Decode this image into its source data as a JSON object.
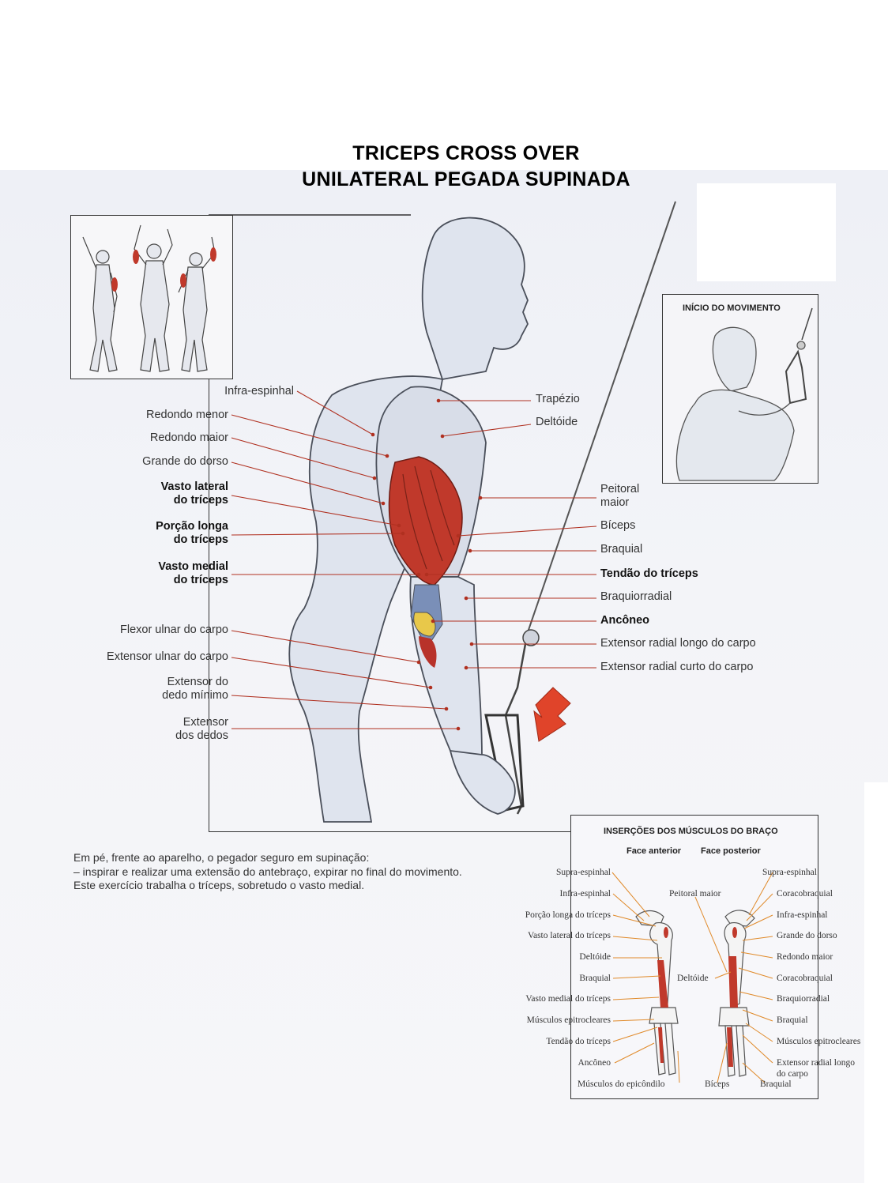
{
  "title": {
    "line1": "TRICEPS CROSS OVER",
    "line2": "UNILATERAL PEGADA SUPINADA"
  },
  "left_labels": [
    {
      "text": "Infra-espinhal",
      "bold": false
    },
    {
      "text": "Redondo menor",
      "bold": false
    },
    {
      "text": "Redondo maior",
      "bold": false
    },
    {
      "text": "Grande do dorso",
      "bold": false
    },
    {
      "text": "Vasto lateral",
      "bold": true
    },
    {
      "text": "do tríceps",
      "bold": true
    },
    {
      "text": "Porção longa",
      "bold": true
    },
    {
      "text": "do tríceps",
      "bold": true
    },
    {
      "text": "Vasto medial",
      "bold": true
    },
    {
      "text": "do tríceps",
      "bold": true
    },
    {
      "text": "Flexor ulnar do carpo",
      "bold": false
    },
    {
      "text": "Extensor ulnar do carpo",
      "bold": false
    },
    {
      "text": "Extensor do",
      "bold": false
    },
    {
      "text": "dedo mínimo",
      "bold": false
    },
    {
      "text": "Extensor",
      "bold": false
    },
    {
      "text": "dos dedos",
      "bold": false
    }
  ],
  "right_labels": [
    {
      "text": "Trapézio",
      "bold": false
    },
    {
      "text": "Deltóide",
      "bold": false
    },
    {
      "text": "Peitoral",
      "bold": false
    },
    {
      "text": "maior",
      "bold": false
    },
    {
      "text": "Bíceps",
      "bold": false
    },
    {
      "text": "Braquial",
      "bold": false
    },
    {
      "text": "Tendão do tríceps",
      "bold": true
    },
    {
      "text": "Braquiorradial",
      "bold": false
    },
    {
      "text": "Ancôneo",
      "bold": true
    },
    {
      "text": "Extensor radial longo do carpo",
      "bold": false
    },
    {
      "text": "Extensor radial curto do carpo",
      "bold": false
    }
  ],
  "start_box": {
    "title": "INÍCIO DO MOVIMENTO"
  },
  "description": [
    "Em pé, frente ao aparelho, o pegador seguro em supinação:",
    "–  inspirar e realizar uma extensão do antebraço, expirar no final do movimento.",
    "Este exercício trabalha o tríceps, sobretudo o vasto medial."
  ],
  "insertions": {
    "title": "INSERÇÕES DOS MÚSCULOS DO BRAÇO",
    "face_anterior": "Face  anterior",
    "face_posterior": "Face  posterior",
    "left": [
      "Supra-espinhal",
      "Infra-espinhal",
      "Porção longa do tríceps",
      "Vasto lateral do tríceps",
      "Deltóide",
      "Braquial",
      "Vasto medial do tríceps",
      "Músculos epitrocleares",
      "Tendão do tríceps",
      "Ancôneo",
      "Músculos do epicôndilo"
    ],
    "center": [
      "Peitoral maior",
      "Deltóide",
      "Bíceps"
    ],
    "right": [
      "Supra-espinhal",
      "Coracobraquial",
      "Infra-espinhal",
      "Grande do dorso",
      "Redondo maior",
      "Coracobraquial",
      "Braquiorradial",
      "Braquial",
      "Músculos epitrocleares",
      "Extensor radial longo",
      "do carpo",
      "Braquial"
    ]
  },
  "colors": {
    "muscle_red": "#c0392b",
    "leader_line": "#b03020",
    "arrow_red": "#e0442a",
    "skin": "#dfe4ee"
  },
  "icons": [
    "body-figures-thumbnail",
    "athlete-figure",
    "arm-bone-anterior",
    "arm-bone-posterior",
    "down-arrow-icon"
  ]
}
